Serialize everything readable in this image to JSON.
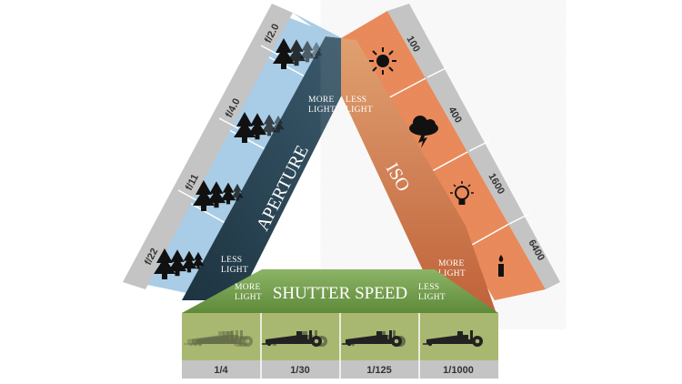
{
  "aperture": {
    "title": "APERTURE",
    "ticks": [
      "f/2.0",
      "f/4.0",
      "f/11",
      "f/22"
    ],
    "more_top": "MORE",
    "more_bottom": "LIGHT",
    "less_top": "LESS",
    "less_bottom": "LIGHT"
  },
  "iso": {
    "title": "ISO",
    "ticks": [
      "100",
      "400",
      "1600",
      "6400"
    ],
    "less_top": "LESS",
    "less_bottom": "LIGHT",
    "more_top": "MORE",
    "more_bottom": "LIGHT"
  },
  "shutter": {
    "title": "SHUTTER SPEED",
    "ticks": [
      "1/4",
      "1/30",
      "1/125",
      "1/1000"
    ],
    "more_top": "MORE",
    "more_bottom": "LIGHT",
    "less_top": "LESS",
    "less_bottom": "LIGHT"
  },
  "icons": {
    "aperture": [
      "tree-icon",
      "tree-icon",
      "tree-icon",
      "tree-icon"
    ],
    "iso": [
      "sun-icon",
      "storm-cloud-icon",
      "light-bulb-icon",
      "candle-icon"
    ],
    "shutter": [
      "dragster-car-icon",
      "dragster-car-icon",
      "dragster-car-icon",
      "dragster-car-icon"
    ]
  },
  "colors": {
    "aperture_panel": "#a9cde6",
    "aperture_band": "#2c4454",
    "iso_panel": "#ee8450",
    "iso_band": "#c8764e",
    "shutter_panel": "#a8b870",
    "shutter_band": "#6f9448",
    "tick_strip": "#c4c4c4"
  }
}
